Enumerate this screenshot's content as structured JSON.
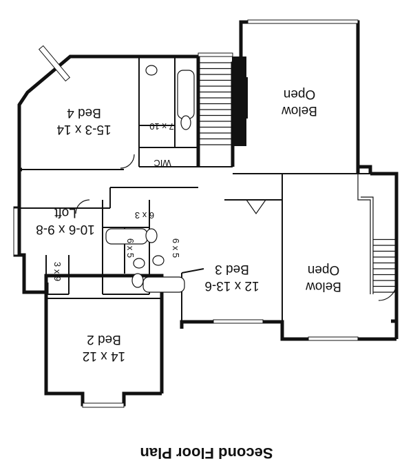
{
  "plan": {
    "title": "Second Floor Plan",
    "rooms": {
      "bed4_name": "Bed 4",
      "bed4_size": "15-3 x 14",
      "open1_line1": "Open",
      "open1_line2": "Below",
      "closet_7x10": "7 x 10",
      "wic": "WIC",
      "loft_name": "Loft",
      "loft_size": "10-6 x 9-8",
      "closet_6x3": "6 x 3",
      "bath_6x5_left": "6 x 5",
      "bath_6x5_right": "6 x 5",
      "closet_3x9": "3 x 9",
      "bed3_name": "Bed 3",
      "bed3_size": "12 x 13-6",
      "open2_line1": "Open",
      "open2_line2": "Below",
      "bed2_name": "Bed 2",
      "bed2_size": "14 x 12"
    }
  }
}
